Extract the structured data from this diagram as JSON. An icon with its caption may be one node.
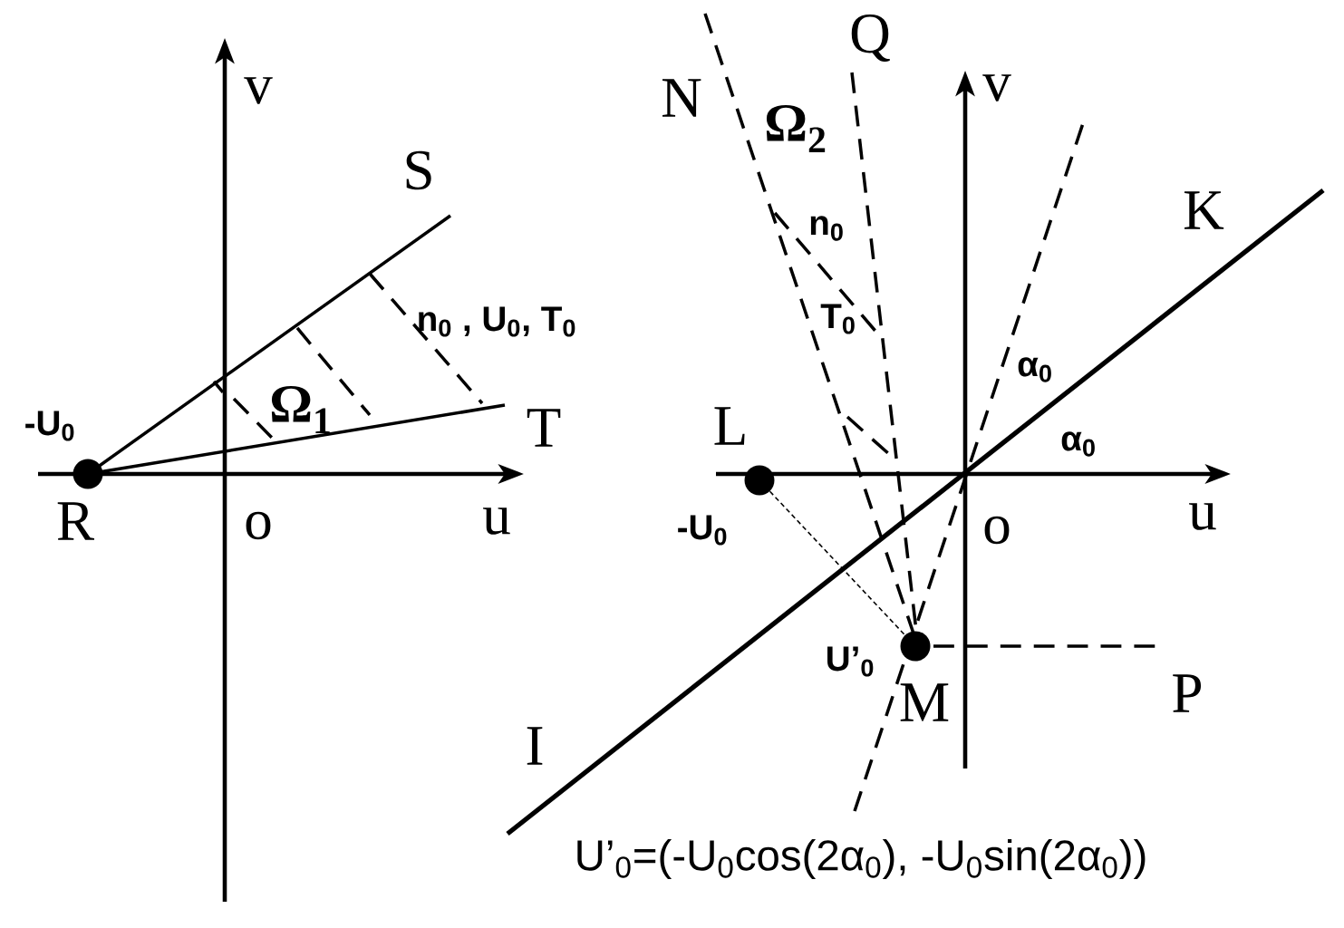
{
  "diagram": {
    "nodes": [
      {
        "text": [],
        "shape": "circle"
      },
      {
        "text": [],
        "shape": "circle"
      },
      {
        "text": [],
        "shape": "circle"
      }
    ],
    "edges": [
      {
        "from": 1,
        "to": 2,
        "arrow": "none",
        "style": "dashed"
      }
    ],
    "labels": [
      "Q",
      "N",
      "v",
      "v",
      "Ω$_{2}$",
      "S",
      "K",
      "n$_{0}$",
      "n$_{0}$ , U$_{0}$, T$_{0}$",
      "T$_{0}$",
      "α$_{0}$",
      "-U$_{0}$",
      "Ω$_{1}$",
      "L",
      "T",
      "α$_{0}$",
      "R",
      "o",
      "u",
      "-U$_{0}$",
      "o",
      "u",
      "U’$_{0}$",
      "P",
      "M",
      "I",
      "U’$_{0}$=(-U$_{0}$cos(2α$_{0}$), -U$_{0}$sin(2α$_{0}$))"
    ]
  }
}
